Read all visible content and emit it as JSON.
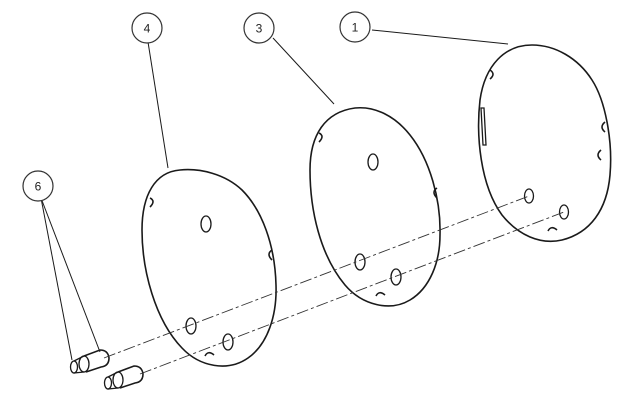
{
  "callouts": [
    {
      "id": "item-1",
      "label": "1"
    },
    {
      "id": "item-3",
      "label": "3"
    },
    {
      "id": "item-4",
      "label": "4"
    },
    {
      "id": "item-6",
      "label": "6"
    }
  ]
}
